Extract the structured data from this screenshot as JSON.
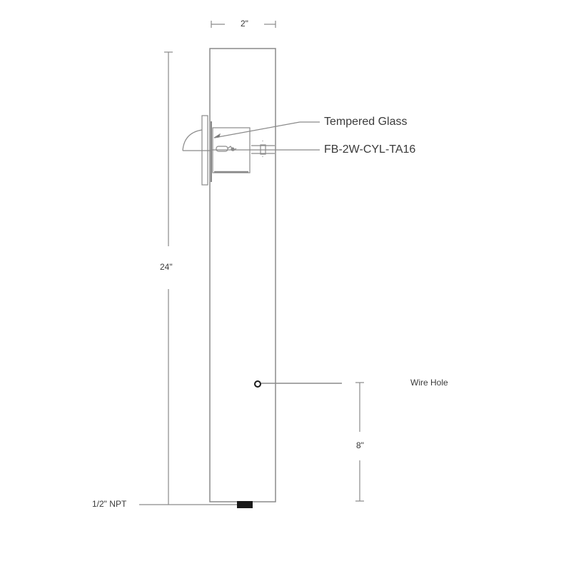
{
  "diagram": {
    "type": "technical-drawing",
    "subject": "bollard light post elevation"
  },
  "dimensions": {
    "width": "2\"",
    "height": "24\"",
    "wire_hole_height": "8\""
  },
  "callouts": {
    "glass": "Tempered Glass",
    "fixture": "FB-2W-CYL-TA16",
    "wire_hole": "Wire Hole",
    "npt": "1/2\" NPT"
  },
  "colors": {
    "line": "#8a8a8a",
    "text": "#3a3a3a",
    "fitting": "#1a1a1a",
    "background": "#ffffff"
  }
}
